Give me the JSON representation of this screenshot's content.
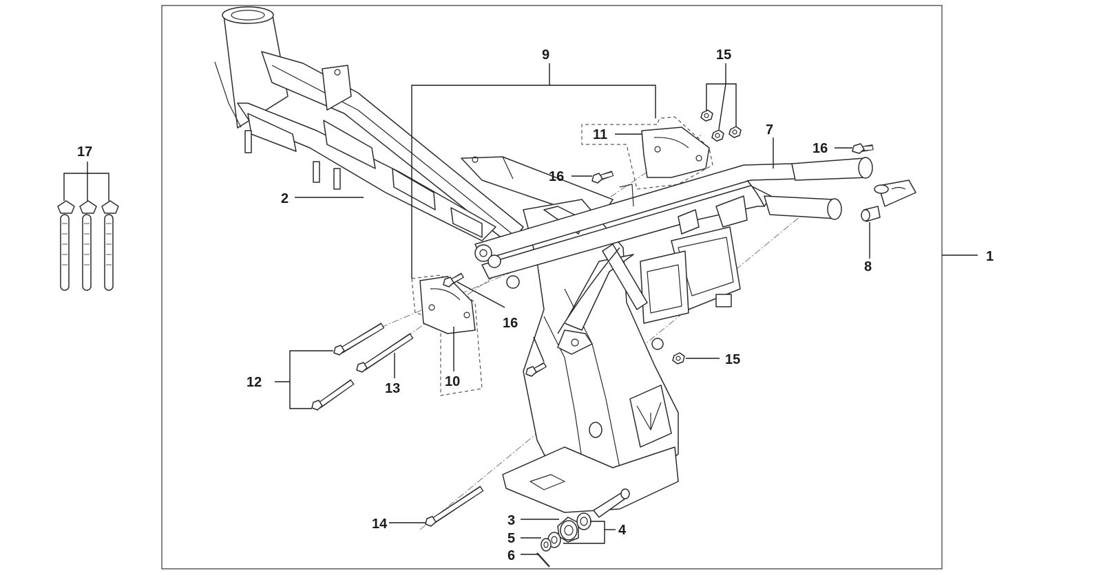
{
  "diagram": {
    "callouts": [
      {
        "id": "c1",
        "label": "1"
      },
      {
        "id": "c2",
        "label": "2"
      },
      {
        "id": "c3",
        "label": "3"
      },
      {
        "id": "c4",
        "label": "4"
      },
      {
        "id": "c5",
        "label": "5"
      },
      {
        "id": "c6",
        "label": "6"
      },
      {
        "id": "c7",
        "label": "7"
      },
      {
        "id": "c8",
        "label": "8"
      },
      {
        "id": "c9",
        "label": "9"
      },
      {
        "id": "c10",
        "label": "10"
      },
      {
        "id": "c11",
        "label": "11"
      },
      {
        "id": "c12",
        "label": "12"
      },
      {
        "id": "c13",
        "label": "13"
      },
      {
        "id": "c14",
        "label": "14"
      },
      {
        "id": "c15a",
        "label": "15"
      },
      {
        "id": "c15b",
        "label": "15"
      },
      {
        "id": "c16a",
        "label": "16"
      },
      {
        "id": "c16b",
        "label": "16"
      },
      {
        "id": "c16c",
        "label": "16"
      },
      {
        "id": "c17",
        "label": "17"
      }
    ]
  }
}
